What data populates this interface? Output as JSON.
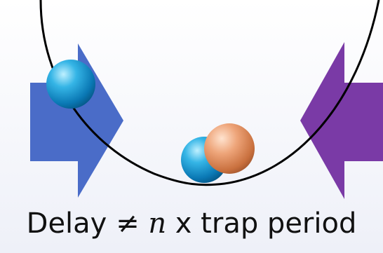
{
  "caption": {
    "delay": "Delay",
    "neq": "≠",
    "n": "n",
    "rest": "x trap period"
  },
  "colors": {
    "left_arrow": "#4a6cc8",
    "right_arrow": "#7a3aa6",
    "ion_blue": "#1aa0d8",
    "ion_orange": "#e08a5a",
    "trap_curve": "#000000",
    "background": "#f7f8fc"
  }
}
